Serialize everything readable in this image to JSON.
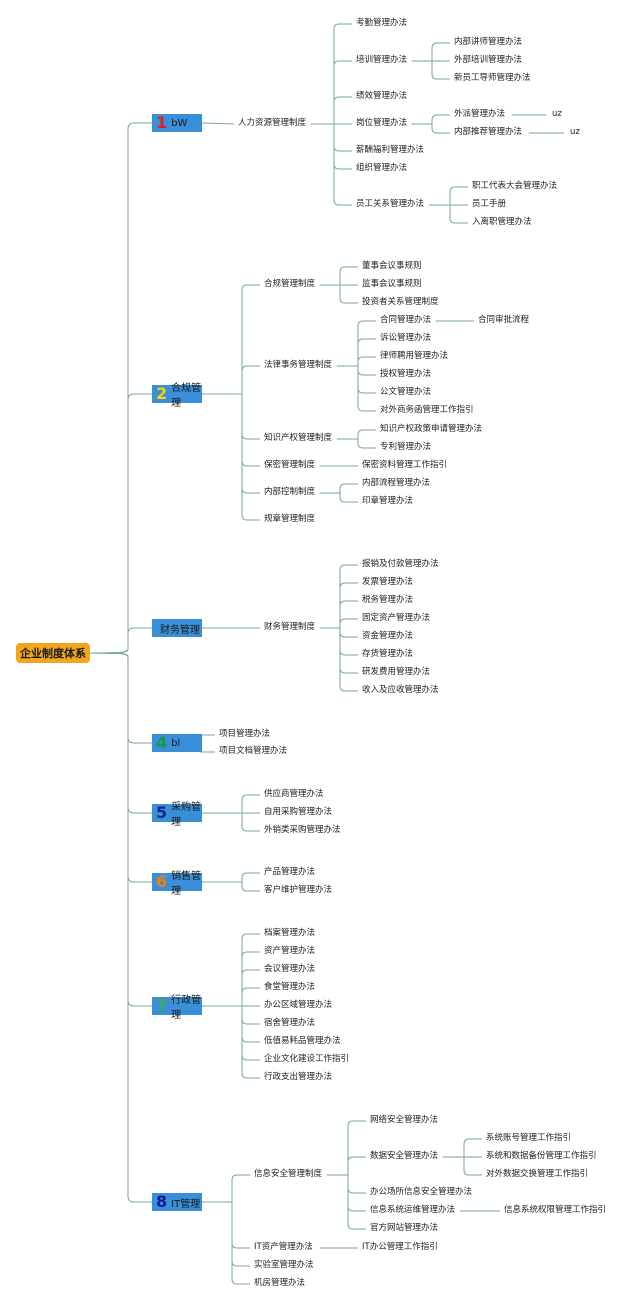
{
  "root": "企业制度体系",
  "colors": {
    "root_fill": "#f2a51f",
    "branch_fill": "#3a8fd9",
    "connector": "#7aa6a0",
    "num_red": "#e02020",
    "num_yellow": "#f5d400",
    "num_blue_dark": "#0a2a8a",
    "num_green": "#1a9a3a",
    "num_orange": "#f07f10",
    "num_green_light": "#40b040",
    "num_navy": "#101a9a"
  },
  "branches": [
    {
      "num": "1",
      "label": "bW",
      "num_color": "#e02020",
      "children": [
        {
          "label": "人力资源管理制度",
          "children": [
            {
              "label": "考勤管理办法"
            },
            {
              "label": "培训管理办法",
              "children": [
                {
                  "label": "内部讲师管理办法"
                },
                {
                  "label": "外部培训管理办法"
                },
                {
                  "label": "新员工导师管理办法"
                }
              ]
            },
            {
              "label": "绩效管理办法"
            },
            {
              "label": "岗位管理办法",
              "children": [
                {
                  "label": "外派管理办法",
                  "children": [
                    {
                      "label": "uz"
                    }
                  ]
                },
                {
                  "label": "内部推荐管理办法",
                  "children": [
                    {
                      "label": "uz"
                    }
                  ]
                }
              ]
            },
            {
              "label": "薪酬福利管理办法"
            },
            {
              "label": "组织管理办法"
            },
            {
              "label": "员工关系管理办法",
              "children": [
                {
                  "label": "职工代表大会管理办法"
                },
                {
                  "label": "员工手册"
                },
                {
                  "label": "入离职管理办法"
                }
              ]
            }
          ]
        }
      ]
    },
    {
      "num": "2",
      "label": "合规管理",
      "num_color": "#f5d400",
      "children": [
        {
          "label": "合规管理制度",
          "children": [
            {
              "label": "董事会议事规则"
            },
            {
              "label": "监事会议事规则"
            },
            {
              "label": "投资者关系管理制度"
            }
          ]
        },
        {
          "label": "法律事务管理制度",
          "children": [
            {
              "label": "合同管理办法",
              "children": [
                {
                  "label": "合同审批流程"
                }
              ]
            },
            {
              "label": "诉讼管理办法"
            },
            {
              "label": "律师聘用管理办法"
            },
            {
              "label": "授权管理办法"
            },
            {
              "label": "公文管理办法"
            },
            {
              "label": "对外商务函管理工作指引"
            }
          ]
        },
        {
          "label": "知识产权管理制度",
          "children": [
            {
              "label": "知识产权政策申请管理办法"
            },
            {
              "label": "专利管理办法"
            }
          ]
        },
        {
          "label": "保密管理制度",
          "children": [
            {
              "label": "保密资料管理工作指引"
            }
          ]
        },
        {
          "label": "内部控制制度",
          "children": [
            {
              "label": "内部流程管理办法"
            },
            {
              "label": "印章管理办法"
            }
          ]
        },
        {
          "label": "规章管理制度"
        }
      ]
    },
    {
      "num": "",
      "label": "财务管理",
      "num_color": "#0a2a8a",
      "children": [
        {
          "label": "财务管理制度",
          "children": [
            {
              "label": "报销及付款管理办法"
            },
            {
              "label": "发票管理办法"
            },
            {
              "label": "税务管理办法"
            },
            {
              "label": "固定资产管理办法"
            },
            {
              "label": "资金管理办法"
            },
            {
              "label": "存货管理办法"
            },
            {
              "label": "研发费用管理办法"
            },
            {
              "label": "收入及应收管理办法"
            }
          ]
        }
      ]
    },
    {
      "num": "4",
      "label": "bl",
      "num_color": "#1a9a3a",
      "children": [
        {
          "label": "项目管理办法"
        },
        {
          "label": "项目文档管理办法"
        }
      ]
    },
    {
      "num": "5",
      "label": "采购管理",
      "num_color": "#0a2a8a",
      "children": [
        {
          "label": "供应商管理办法"
        },
        {
          "label": "自用采购管理办法"
        },
        {
          "label": "外销类采购管理办法"
        }
      ]
    },
    {
      "num": "6",
      "label": "销售管理",
      "num_color": "#f07f10",
      "children": [
        {
          "label": "产品管理办法"
        },
        {
          "label": "客户维护管理办法"
        }
      ]
    },
    {
      "num": "7",
      "label": "行政管理",
      "num_color": "#40b040",
      "children": [
        {
          "label": "档案管理办法"
        },
        {
          "label": "资产管理办法"
        },
        {
          "label": "会议管理办法"
        },
        {
          "label": "食堂管理办法"
        },
        {
          "label": "办公区域管理办法"
        },
        {
          "label": "宿舍管理办法"
        },
        {
          "label": "低值易耗品管理办法"
        },
        {
          "label": "企业文化建设工作指引"
        },
        {
          "label": "行政支出管理办法"
        }
      ]
    },
    {
      "num": "8",
      "label": "IT管理",
      "num_color": "#101a9a",
      "children": [
        {
          "label": "信息安全管理制度",
          "children": [
            {
              "label": "网络安全管理办法"
            },
            {
              "label": "数据安全管理办法",
              "children": [
                {
                  "label": "系统账号管理工作指引"
                },
                {
                  "label": "系统和数据备份管理工作指引"
                },
                {
                  "label": "对外数据交换管理工作指引"
                }
              ]
            },
            {
              "label": "办公场所信息安全管理办法"
            },
            {
              "label": "信息系统运维管理办法",
              "children": [
                {
                  "label": "信息系统权限管理工作指引"
                }
              ]
            },
            {
              "label": "官方网站管理办法"
            }
          ]
        },
        {
          "label": "IT资产管理办法",
          "children": [
            {
              "label": "IT办公管理工作指引"
            }
          ]
        },
        {
          "label": "实验室管理办法"
        },
        {
          "label": "机房管理办法"
        }
      ]
    }
  ]
}
